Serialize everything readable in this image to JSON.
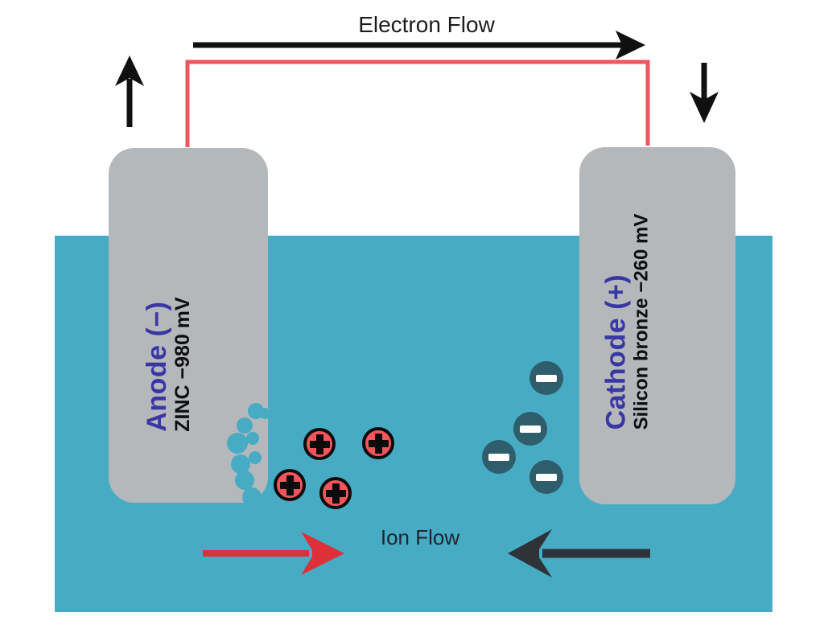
{
  "diagram": {
    "electron_flow_label": "Electron Flow",
    "ion_flow_label": "Ion Flow",
    "anode": {
      "name": "Anode (−)",
      "material": "ZINC −980 mV"
    },
    "cathode": {
      "name": "Cathode (+)",
      "material": "Silicon bronze −260 mV"
    },
    "ions": {
      "positive": {
        "symbol": "+",
        "count": 4
      },
      "negative": {
        "symbol": "−",
        "count": 4
      }
    },
    "colors": {
      "water": "#47abc4",
      "electrode": "#b5b8bb",
      "label_indigo": "#3a37a4",
      "wire_red": "#f05560",
      "ion_arrow_red": "#dd3038",
      "ion_arrow_dark": "#2d3338",
      "arrow_black": "#101010",
      "positive_ion_fill": "#f4545c",
      "negative_ion_fill": "#2e5d6c",
      "text_dark": "#1d1d1d"
    }
  }
}
